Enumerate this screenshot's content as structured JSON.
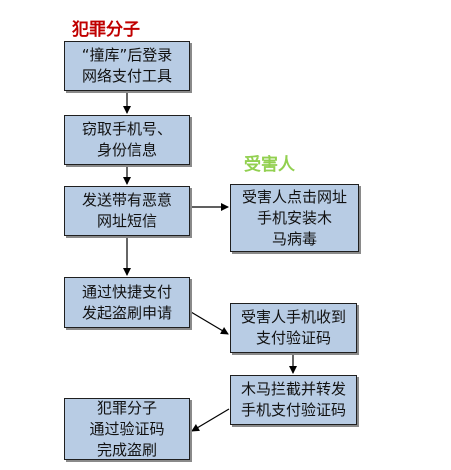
{
  "headings": {
    "criminal": "犯罪分子",
    "victim": "受害人",
    "criminal_color": "#c00000",
    "victim_color": "#92d050"
  },
  "box_fill": "#b8cce4",
  "boxes": {
    "b1": "“撞库”后登录\n网络支付工具",
    "b2": "窃取手机号、\n身份信息",
    "b3": "发送带有恶意\n网址短信",
    "b4": "通过快捷支付\n发起盗刷申请",
    "b5": "犯罪分子\n通过验证码\n完成盗刷",
    "b6": "受害人点击网址\n手机安装木\n马病毒",
    "b7": "受害人手机收到\n支付验证码",
    "b8": "木马拦截并转发\n手机支付验证码"
  }
}
